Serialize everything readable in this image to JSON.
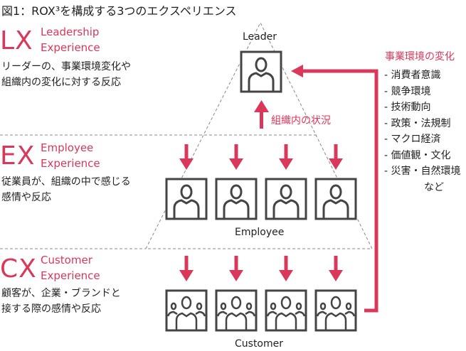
{
  "title": "図1：ROX³を構成する3つのエクスペリエンス",
  "lx": {
    "abbr": "LX",
    "line1": "Leadership",
    "line2": "Experience",
    "desc1": "リーダーの、事業環境変化や",
    "desc2": "組織内の変化に対する反応"
  },
  "ex": {
    "abbr": "EX",
    "line1": "Employee",
    "line2": "Experience",
    "desc1": "従業員が、組織の中で感じる",
    "desc2": "感情や反応"
  },
  "cx": {
    "abbr": "CX",
    "line1": "Customer",
    "line2": "Experience",
    "desc1": "顧客が、企業・ブランドと",
    "desc2": "接する際の感情や反応"
  },
  "labels": {
    "leader": "Leader",
    "employee": "Employee",
    "customer": "Customer",
    "org_status": "組織内の状況"
  },
  "env": {
    "title": "事業環境の変化",
    "items": [
      "- 消費者意識",
      "- 競争環境",
      "- 技術動向",
      "- 政策・法規制",
      "- マクロ経済",
      "- 価値観・文化",
      "- 災害・自然環境"
    ],
    "suffix": "など"
  },
  "colors": {
    "accent": "#d9385a",
    "icon": "#444444"
  }
}
